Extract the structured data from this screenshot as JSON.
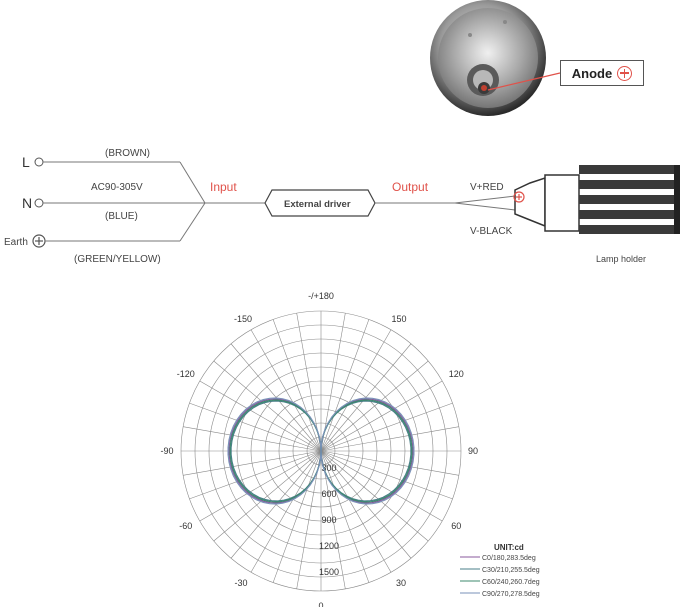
{
  "anode": {
    "label": "Anode"
  },
  "wiring": {
    "L_label": "L",
    "N_label": "N",
    "earth_label": "Earth",
    "brown": "(BROWN)",
    "voltage": "AC90-305V",
    "blue": "(BLUE)",
    "green_yellow": "(GREEN/YELLOW)",
    "input_label": "Input",
    "driver_label": "External driver",
    "output_label": "Output",
    "v_red": "V+RED",
    "v_black": "V-BLACK",
    "lamp_holder": "Lamp holder"
  },
  "polar": {
    "angle_labels": [
      "-/+180",
      "-150",
      "150",
      "-120",
      "120",
      "-90",
      "90",
      "-60",
      "60",
      "-30",
      "30",
      "0"
    ],
    "radial_labels": [
      "300",
      "600",
      "900",
      "1200",
      "1500"
    ],
    "unit": "UNIT:cd",
    "legend": [
      "C0/180,283.5deg",
      "C30/210,255.5deg",
      "C60/240,260.7deg",
      "C90/270,278.5deg"
    ],
    "colors": {
      "c0": "#8a5a9e",
      "c30": "#4a7f88",
      "c60": "#3c8a6e",
      "c90": "#7a92b8",
      "grid": "#8a8a8a"
    }
  }
}
